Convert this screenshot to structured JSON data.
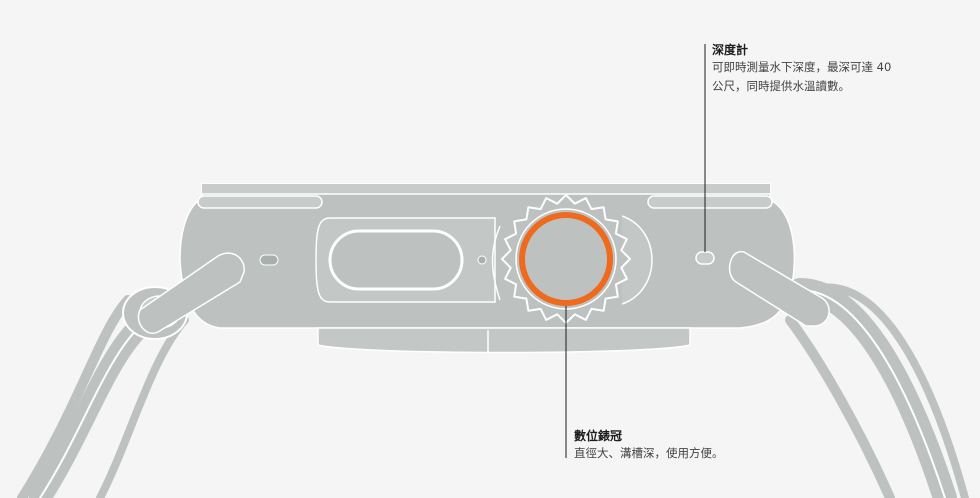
{
  "callouts": {
    "depth_gauge": {
      "title": "深度計",
      "line1": "可即時測量水下深度，最深可達 40",
      "line2": "公尺，同時提供水溫讀數。"
    },
    "digital_crown": {
      "title": "數位錶冠",
      "line1": "直徑大、溝槽深，使用方便。"
    }
  },
  "colors": {
    "background": "#f5f5f5",
    "watch_body": "#bdc2c1",
    "outline": "#ffffff",
    "crown_highlight": "#f06a1e",
    "leader_line": "#1d1d1f"
  },
  "icons": {
    "watch": "watch-side-view-icon",
    "crown": "digital-crown-icon",
    "depth_sensor": "depth-sensor-icon"
  }
}
